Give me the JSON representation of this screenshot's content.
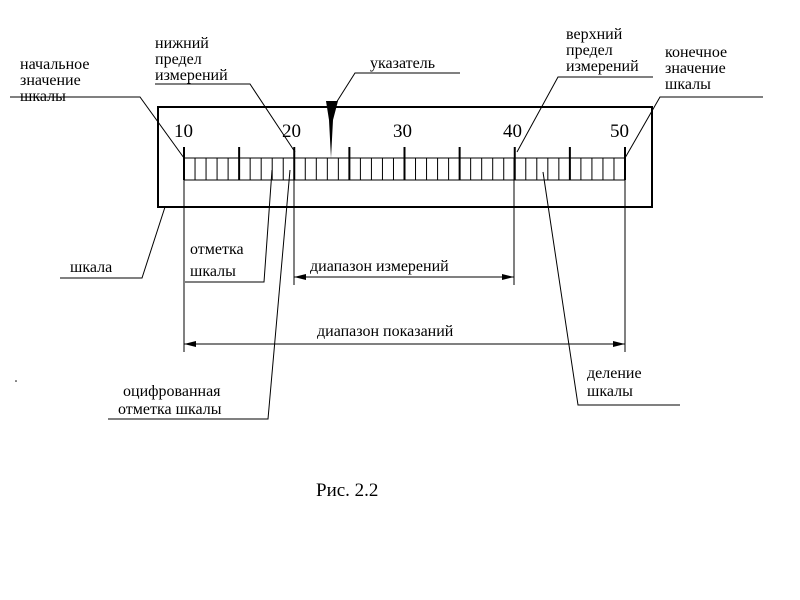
{
  "diagram": {
    "scale_numbers": [
      "10",
      "20",
      "30",
      "40",
      "50"
    ],
    "labels": {
      "initial_value": [
        "начальное",
        "значение",
        "шкалы"
      ],
      "lower_limit": [
        "нижний",
        "предел",
        "измерений"
      ],
      "pointer": "указатель",
      "upper_limit": [
        "верхний",
        "предел",
        "измерений"
      ],
      "final_value": [
        "конечное",
        "значение",
        "шкалы"
      ],
      "scale": "шкала",
      "scale_mark": [
        "отметка",
        "шкалы"
      ],
      "measurement_range": "диапазон измерений",
      "indication_range": "диапазон показаний",
      "digitized_mark": [
        "оцифрованная",
        "отметка  шкалы"
      ],
      "scale_division": [
        "деление",
        "шкалы"
      ]
    },
    "caption": "Рис. 2.2"
  }
}
